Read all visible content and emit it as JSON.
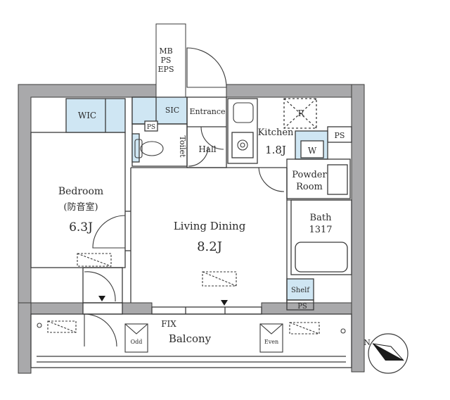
{
  "colors": {
    "wall": "#a9a9ab",
    "line": "#3a3a3a",
    "storage": "#cfe6f3",
    "bg": "#ffffff"
  },
  "rooms": {
    "mb_ps_eps": [
      "MB",
      "PS",
      "EPS"
    ],
    "wic": "WIC",
    "sic": "SIC",
    "ps_small": "PS",
    "entrance": "Entrance",
    "toilet": "Toilet",
    "hall": "Hall",
    "kitchen": {
      "name": "Kitchen",
      "size": "1.8J"
    },
    "refrigerator": "R",
    "ps_kitchen": "PS",
    "washer": "W",
    "powder_room": [
      "Powder",
      "Room"
    ],
    "bath": {
      "name": "Bath",
      "size": "1317"
    },
    "bedroom": {
      "name": "Bedroom",
      "sub": "(防音室)",
      "size": "6.3J"
    },
    "living": {
      "name": "Living Dining",
      "size": "8.2J"
    },
    "shelf": "Shelf",
    "ps_bottom": "PS",
    "fix": "FIX",
    "balcony": "Balcony",
    "odd": "Odd",
    "even": "Even",
    "compass": "N"
  }
}
